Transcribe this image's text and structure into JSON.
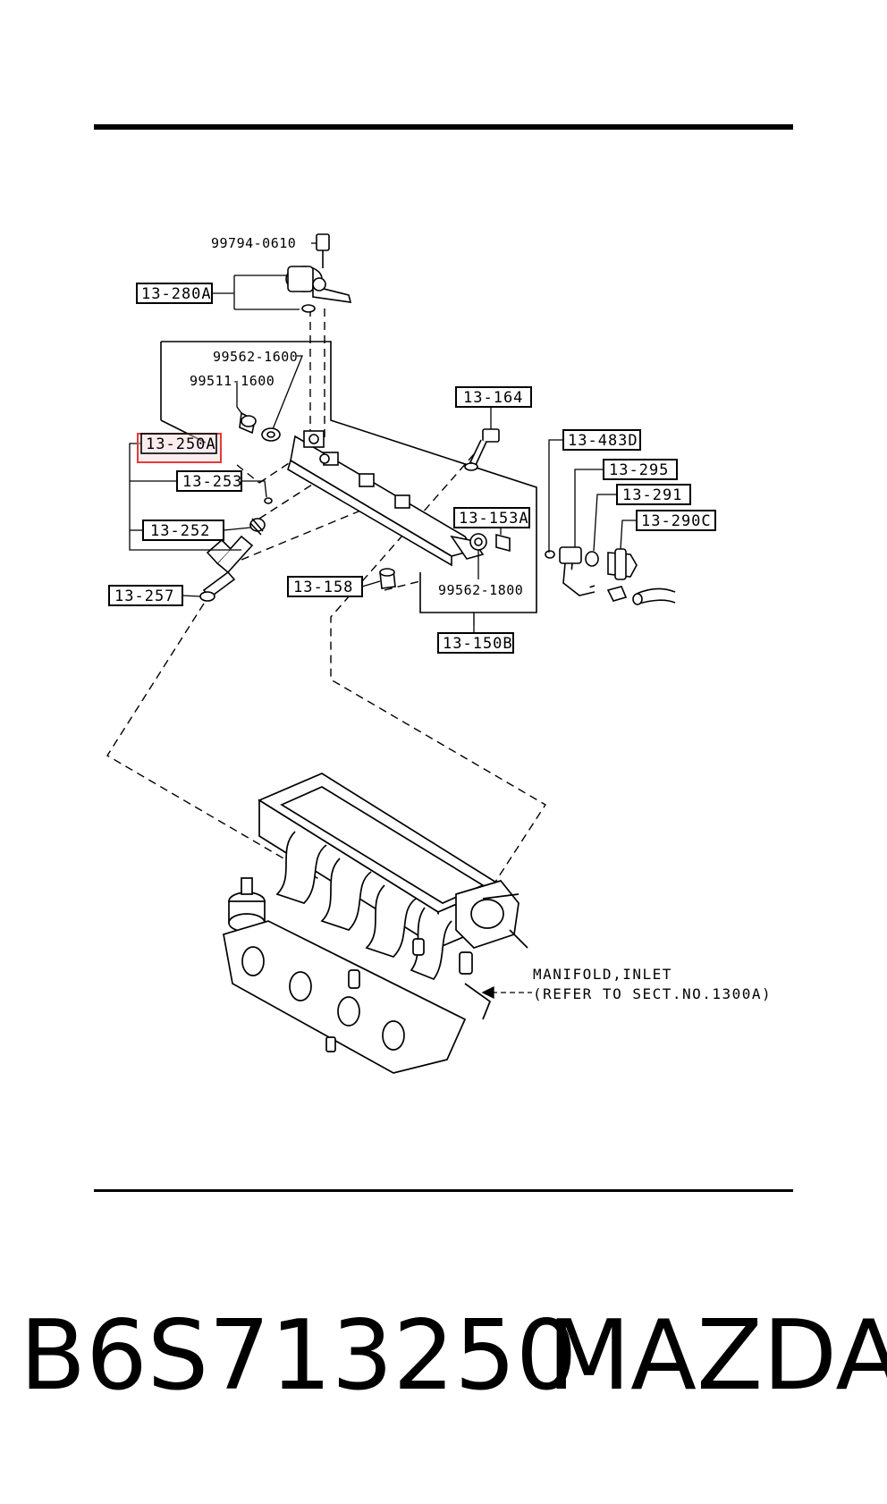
{
  "labels": {
    "c280a": "13-280A",
    "c250a": "13-250A",
    "c253": "13-253",
    "c252": "13-252",
    "c257": "13-257",
    "c164": "13-164",
    "c158": "13-158",
    "c153a": "13-153A",
    "c150b": "13-150B",
    "c483d": "13-483D",
    "c295": "13-295",
    "c291": "13-291",
    "c290c": "13-290C"
  },
  "part_numbers": {
    "p1": "99794-0610",
    "p2": "99562-1600",
    "p3": "99511-1600",
    "p4": "99562-1800"
  },
  "manifold_note": {
    "line1": "MANIFOLD,INLET",
    "line2": "(REFER TO SECT.NO.1300A)"
  },
  "footer": {
    "part_number": "B6S713250",
    "brand": "MAZDA"
  },
  "colors": {
    "highlight": "#e23b3b",
    "highlight_fill": "#f7d6d6",
    "ink": "#000000"
  }
}
